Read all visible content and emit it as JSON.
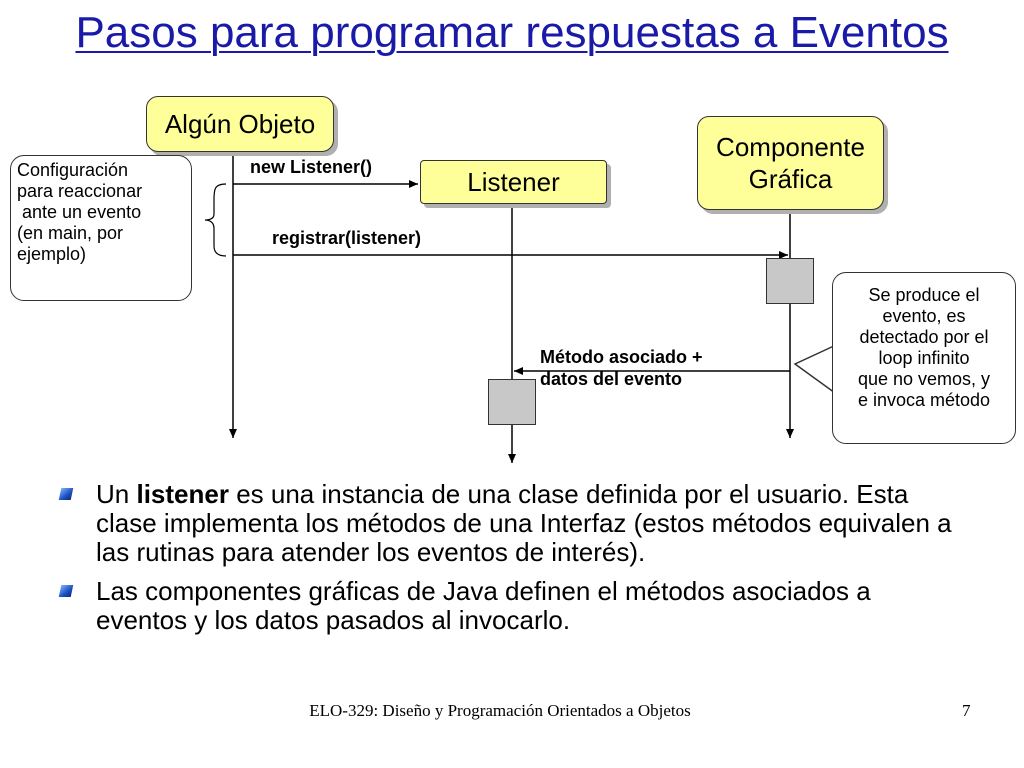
{
  "title": "Pasos para programar respuestas a Eventos",
  "nodes": {
    "algun_objeto": "Algún Objeto",
    "listener": "Listener",
    "componente": [
      "Componente",
      "Gráfica"
    ]
  },
  "messages": {
    "new_listener": "new Listener()",
    "registrar": "registrar(listener)",
    "metodo": [
      "Método asociado +",
      "datos del evento"
    ]
  },
  "callouts": {
    "config": [
      "Configuración",
      "para reaccionar",
      " ante un evento",
      "(en main, por",
      "ejemplo)"
    ],
    "evento": [
      "Se produce el",
      "evento, es",
      "detectado por el",
      "loop infinito",
      "que no vemos, y",
      "e invoca método"
    ]
  },
  "bullets": [
    {
      "before": "Un ",
      "bold": "listener",
      "after": " es una instancia de una clase definida por el usuario. Esta clase implementa los métodos de una Interfaz (estos métodos equivalen a las rutinas para atender los eventos de interés)."
    },
    {
      "before": "Las componentes gráficas de Java definen el métodos asociados a eventos y los datos pasados al invocarlo.",
      "bold": "",
      "after": ""
    }
  ],
  "footer": {
    "course": "ELO-329: Diseño y Programación Orientados a Objetos",
    "page": "7"
  }
}
